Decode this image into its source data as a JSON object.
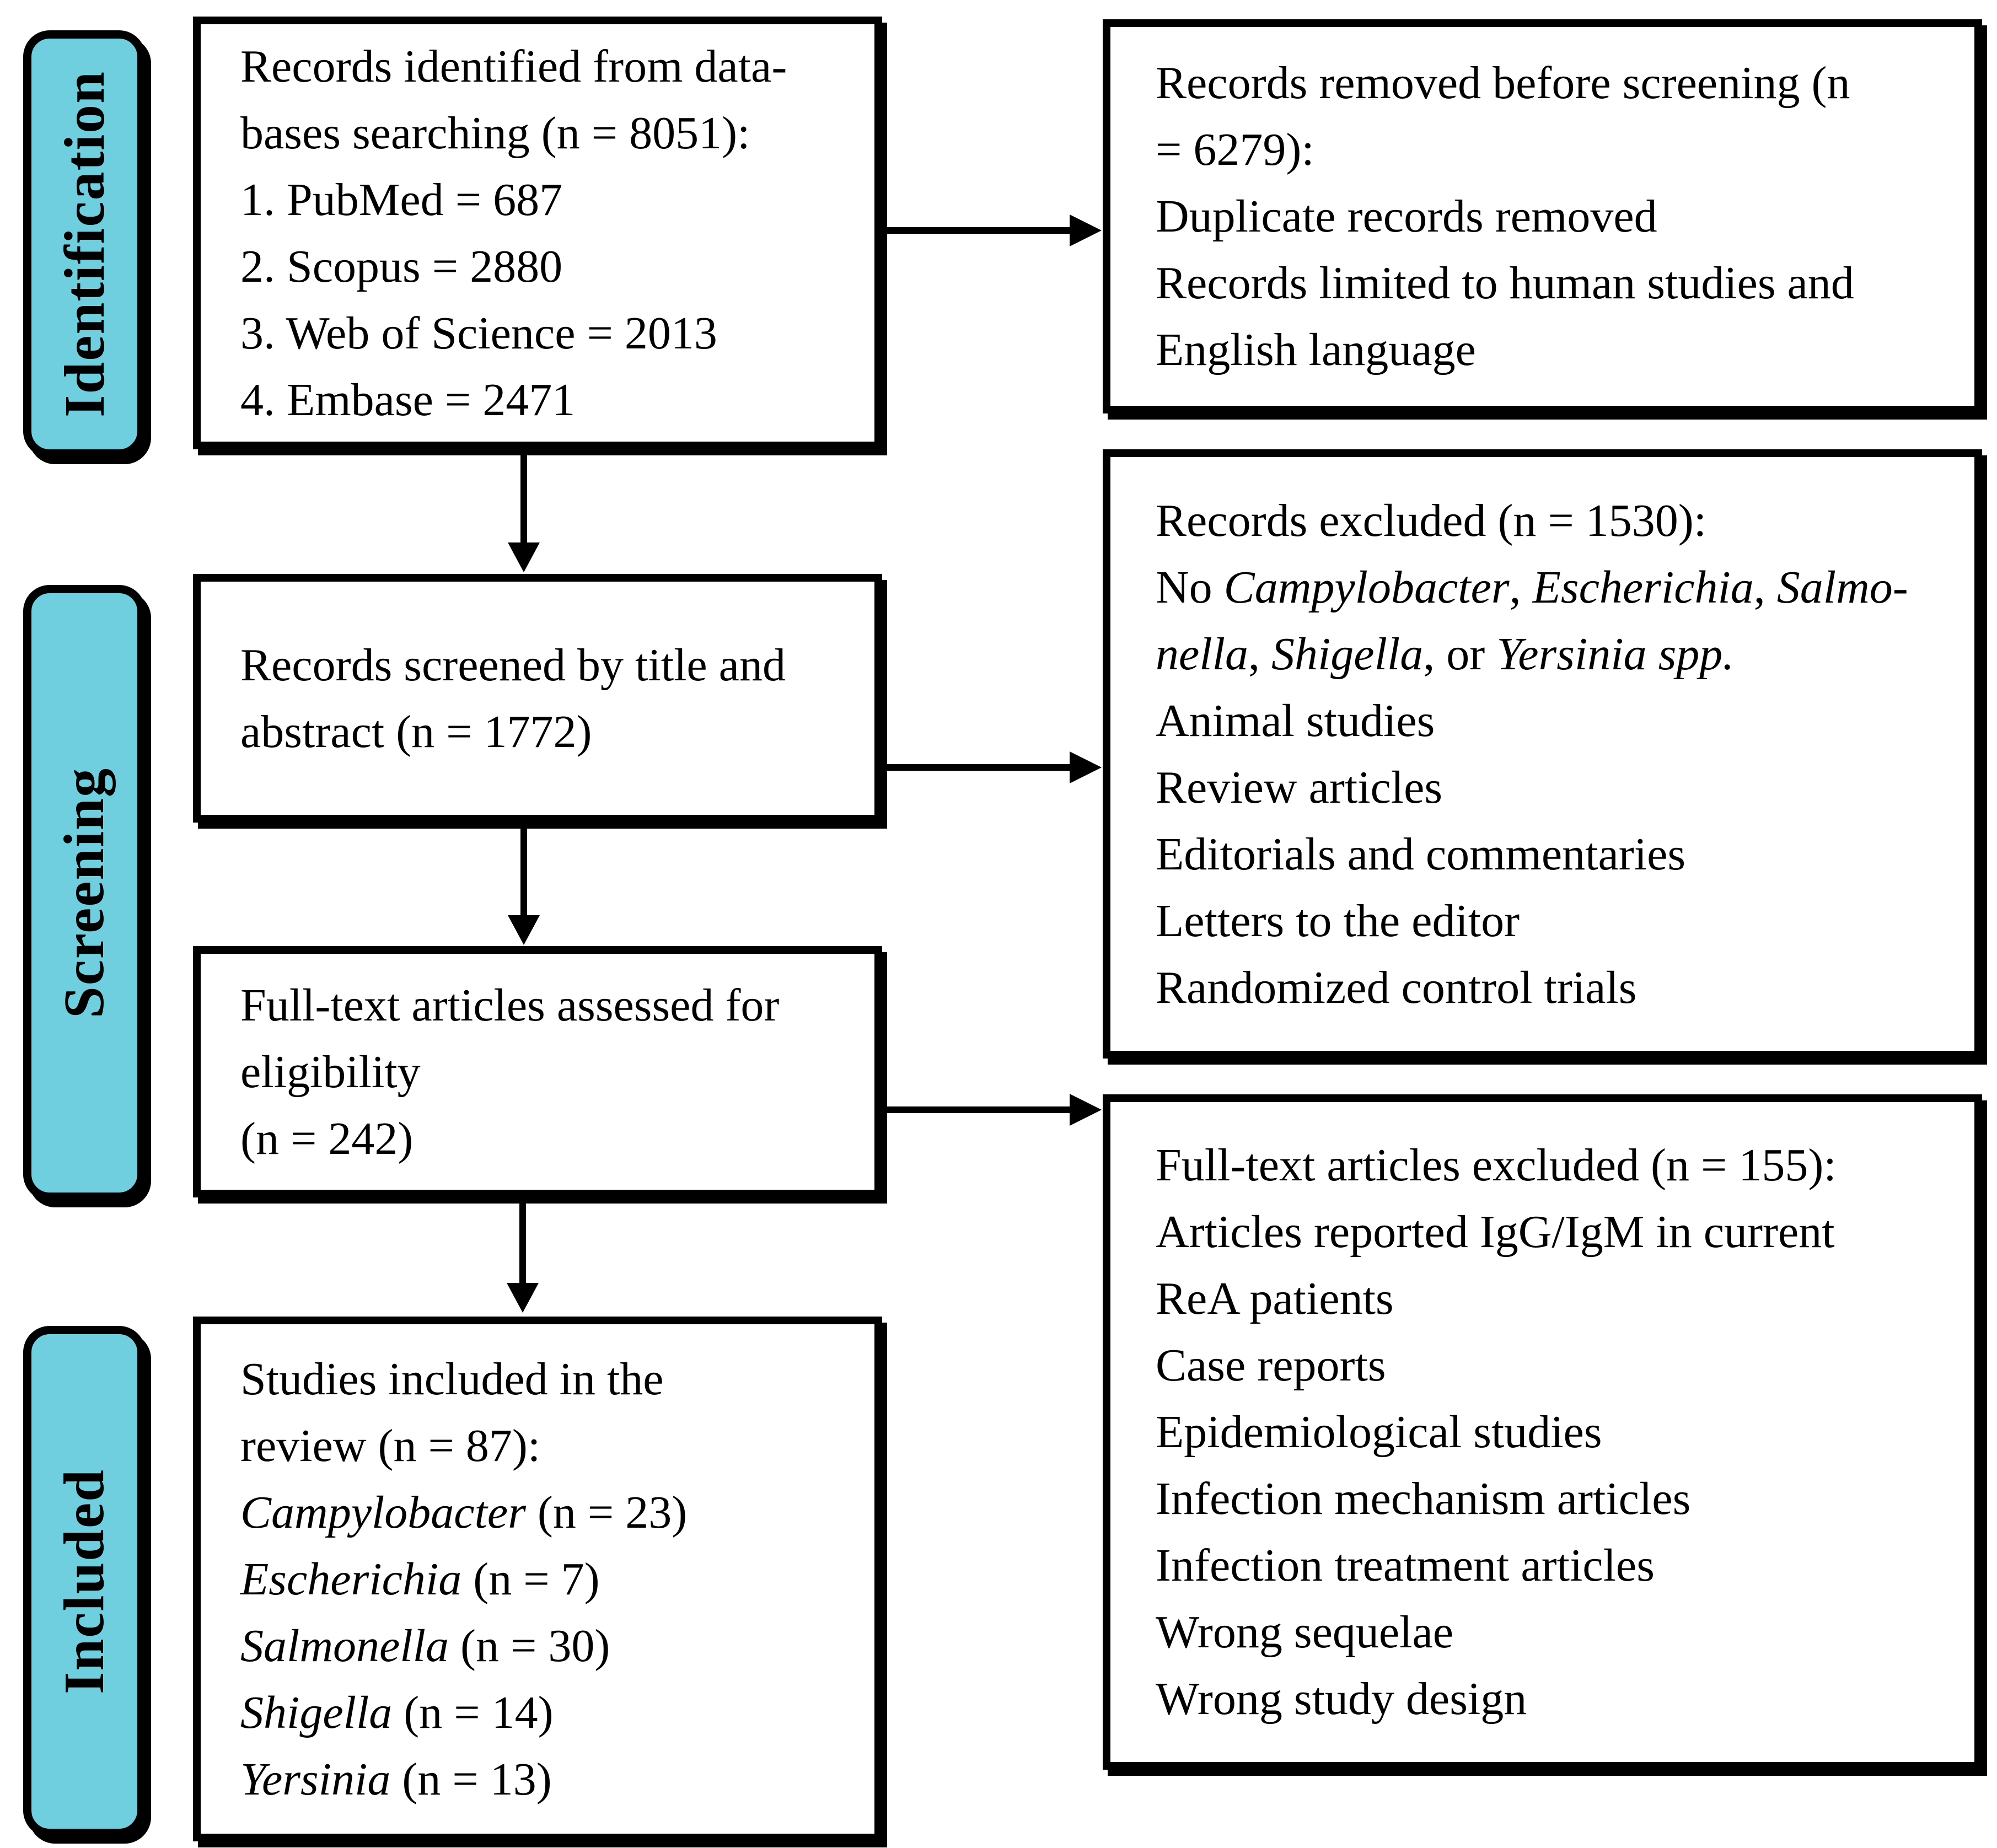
{
  "stages": {
    "identification": "Identification",
    "screening": "Screening",
    "included": "Included"
  },
  "colors": {
    "stage_fill": "#6fcfdf",
    "line_color": "#000000"
  },
  "boxes": {
    "identified": {
      "l1": "Records identified from data-",
      "l2": "bases searching (n = 8051):",
      "l3": "1. PubMed = 687",
      "l4": "2. Scopus = 2880",
      "l5": "3. Web of Science = 2013",
      "l6": "4. Embase = 2471"
    },
    "removed": {
      "l1": "Records removed before screening (n",
      "l2": "= 6279):",
      "l3": "Duplicate records removed",
      "l4": "Records limited to human studies and",
      "l5": "English language"
    },
    "screened": {
      "l1": "Records screened by title and",
      "l2": "abstract (n = 1772)"
    },
    "records_excluded": {
      "l1": "Records excluded (n = 1530):",
      "l2a": "No ",
      "l2b": "Campylobacter",
      "l2c": ", ",
      "l2d": "Escherichia",
      "l2e": ", ",
      "l2f": "Salmo-",
      "l3a": "nella",
      "l3b": ", ",
      "l3c": "Shigella",
      "l3d": ", or ",
      "l3e": "Yersinia spp.",
      "l4": "Animal studies",
      "l5": "Review articles",
      "l6": "Editorials and commentaries",
      "l7": "Letters to the editor",
      "l8": "Randomized control trials"
    },
    "fulltext_assessed": {
      "l1": "Full-text articles assessed for",
      "l2": "eligibility",
      "l3": "(n = 242)"
    },
    "fulltext_excluded": {
      "l1": "Full-text articles excluded (n = 155):",
      "l2": "Articles reported IgG/IgM in current",
      "l3": "ReA patients",
      "l4": "Case reports",
      "l5": "Epidemiological studies",
      "l6": "Infection mechanism articles",
      "l7": "Infection treatment articles",
      "l8": "Wrong sequelae",
      "l9": "Wrong study design"
    },
    "included_studies": {
      "l1": "Studies included in the",
      "l2": "review (n = 87):",
      "items": [
        {
          "genus": "Campylobacter",
          "count": " (n = 23)"
        },
        {
          "genus": "Escherichia",
          "count": " (n = 7)"
        },
        {
          "genus": "Salmonella",
          "count": " (n = 30)"
        },
        {
          "genus": "Shigella",
          "count": " (n = 14)"
        },
        {
          "genus": "Yersinia",
          "count": " (n = 13)"
        }
      ]
    }
  }
}
